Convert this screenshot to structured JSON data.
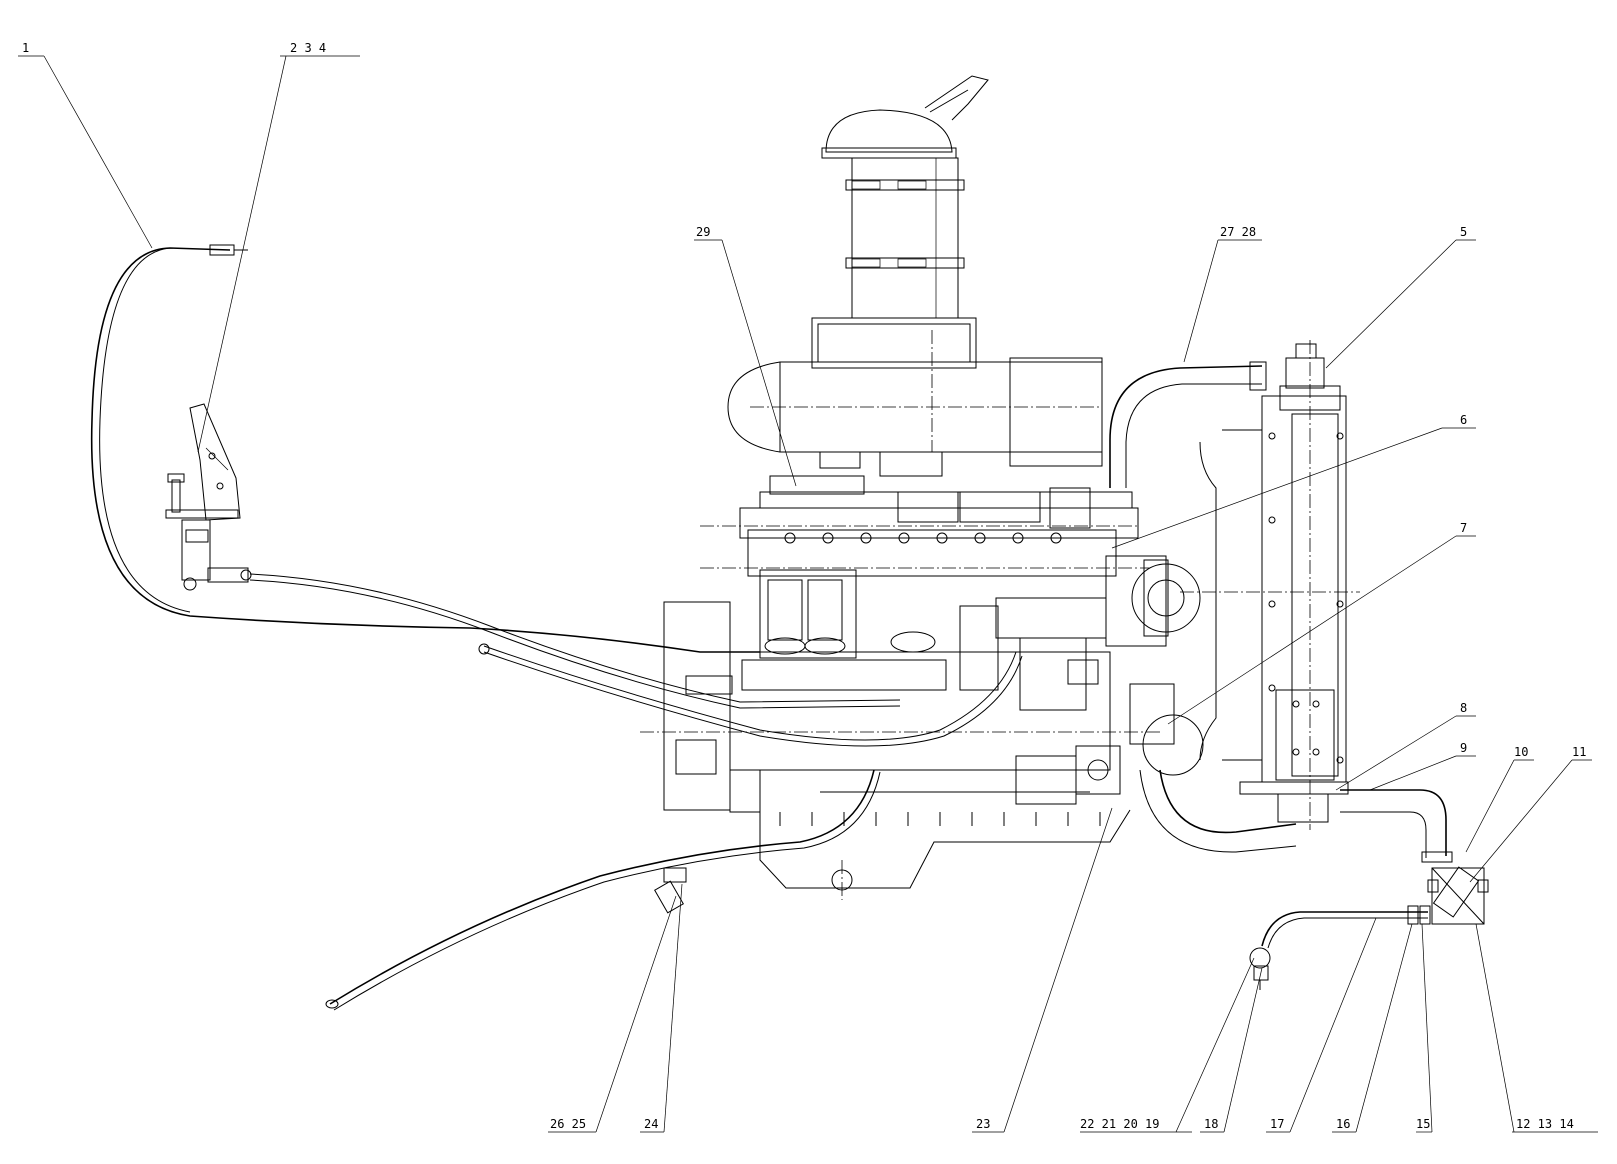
{
  "callouts": [
    {
      "id": "c1",
      "text": "1"
    },
    {
      "id": "c2",
      "text": "2  3  4"
    },
    {
      "id": "c5",
      "text": "5"
    },
    {
      "id": "c6",
      "text": "6"
    },
    {
      "id": "c7",
      "text": "7"
    },
    {
      "id": "c8",
      "text": "8"
    },
    {
      "id": "c9",
      "text": "9"
    },
    {
      "id": "c10",
      "text": "10"
    },
    {
      "id": "c11",
      "text": "11"
    },
    {
      "id": "c12",
      "text": "12  13  14"
    },
    {
      "id": "c15",
      "text": "15"
    },
    {
      "id": "c16",
      "text": "16"
    },
    {
      "id": "c17",
      "text": "17"
    },
    {
      "id": "c18",
      "text": "18"
    },
    {
      "id": "c19",
      "text": "22  21  20  19"
    },
    {
      "id": "c23",
      "text": "23"
    },
    {
      "id": "c24",
      "text": "24"
    },
    {
      "id": "c25",
      "text": "26  25"
    },
    {
      "id": "c27",
      "text": "27  28"
    },
    {
      "id": "c29",
      "text": "29"
    }
  ]
}
